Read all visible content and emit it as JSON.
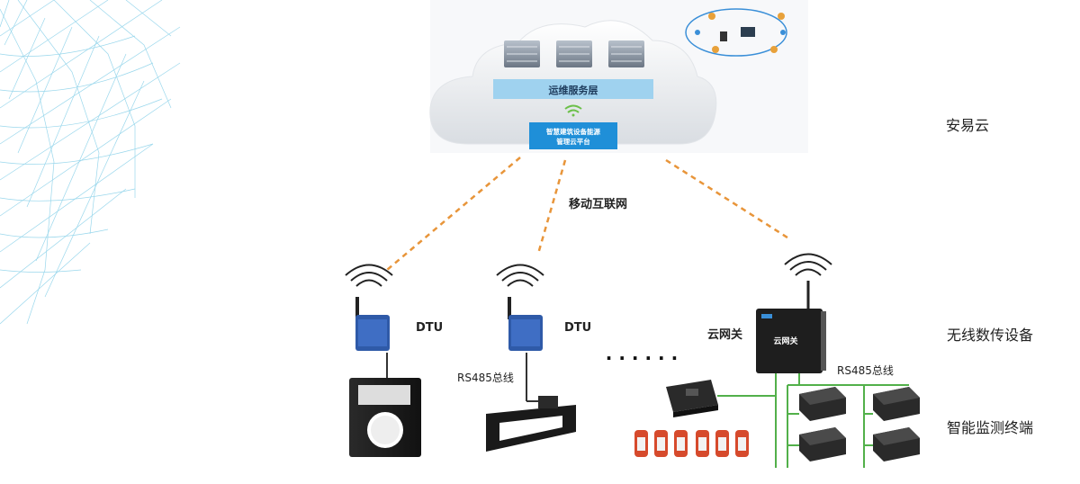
{
  "cloud": {
    "ops_layer_label": "运维服务层",
    "platform_label_line1": "智慧建筑设备能源",
    "platform_label_line2": "管理云平台"
  },
  "network_label": "移动互联网",
  "devices": {
    "dtu_left_label": "DTU",
    "dtu_mid_label": "DTU",
    "gateway_label": "云网关",
    "gateway_brand": "云网关",
    "bus_left_label": "RS485总线",
    "bus_right_label": "RS485总线",
    "dots_label": "· · · · · ·"
  },
  "layers": {
    "cloud": "安易云",
    "wireless": "无线数传设备",
    "terminal": "智能监测终端"
  },
  "colors": {
    "dash_line": "#e8953a",
    "green_wire": "#52b04a",
    "cloud_blue": "#9fd2ef",
    "platform_blue": "#1f8fd8",
    "mesh": "#8fd3ea"
  }
}
